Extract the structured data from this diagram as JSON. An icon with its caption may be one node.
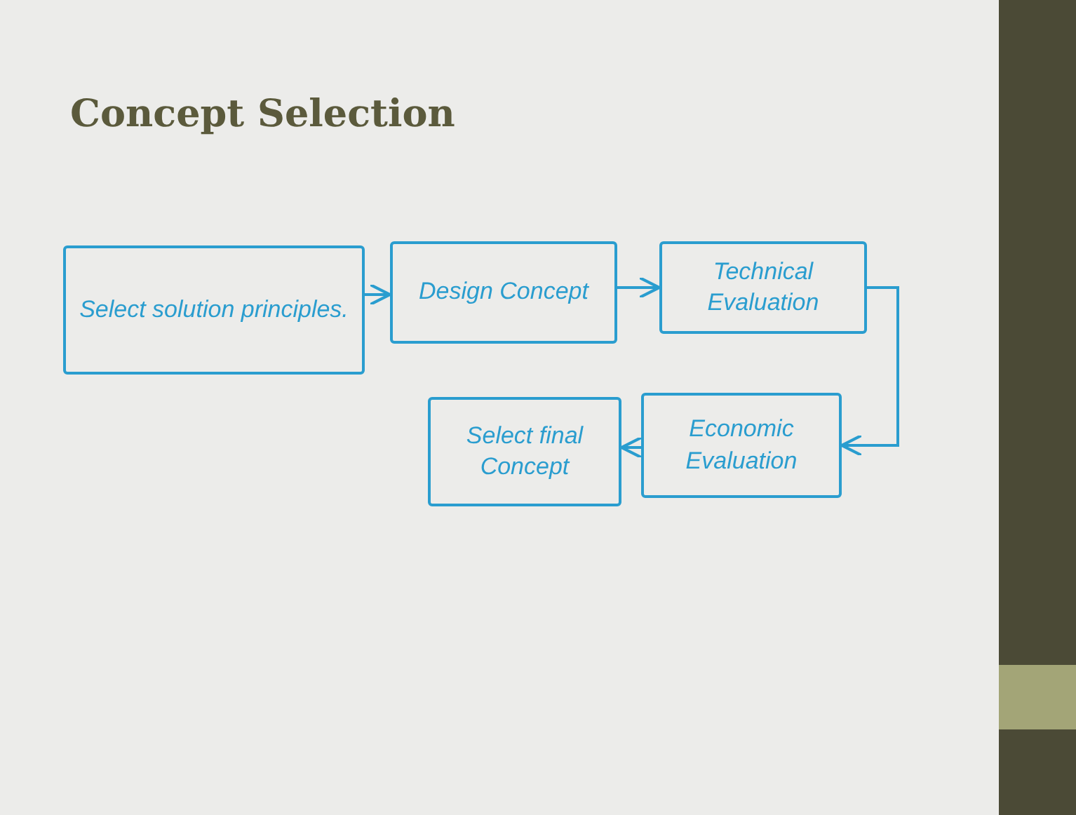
{
  "diagram": {
    "title": "Concept Selection",
    "nodes": [
      {
        "text": [
          "Select solution principles."
        ]
      },
      {
        "text": [
          "Design Concept"
        ]
      },
      {
        "text": [
          "Technical Evaluation"
        ]
      },
      {
        "text": [
          "Economic Evaluation"
        ]
      },
      {
        "text": [
          "Select final Concept"
        ]
      }
    ],
    "edges": [
      {
        "from": 0,
        "to": 1,
        "arrow": "to"
      },
      {
        "from": 1,
        "to": 2,
        "arrow": "to"
      },
      {
        "from": 2,
        "to": 3,
        "arrow": "to"
      },
      {
        "from": 3,
        "to": 4,
        "arrow": "to"
      }
    ]
  }
}
